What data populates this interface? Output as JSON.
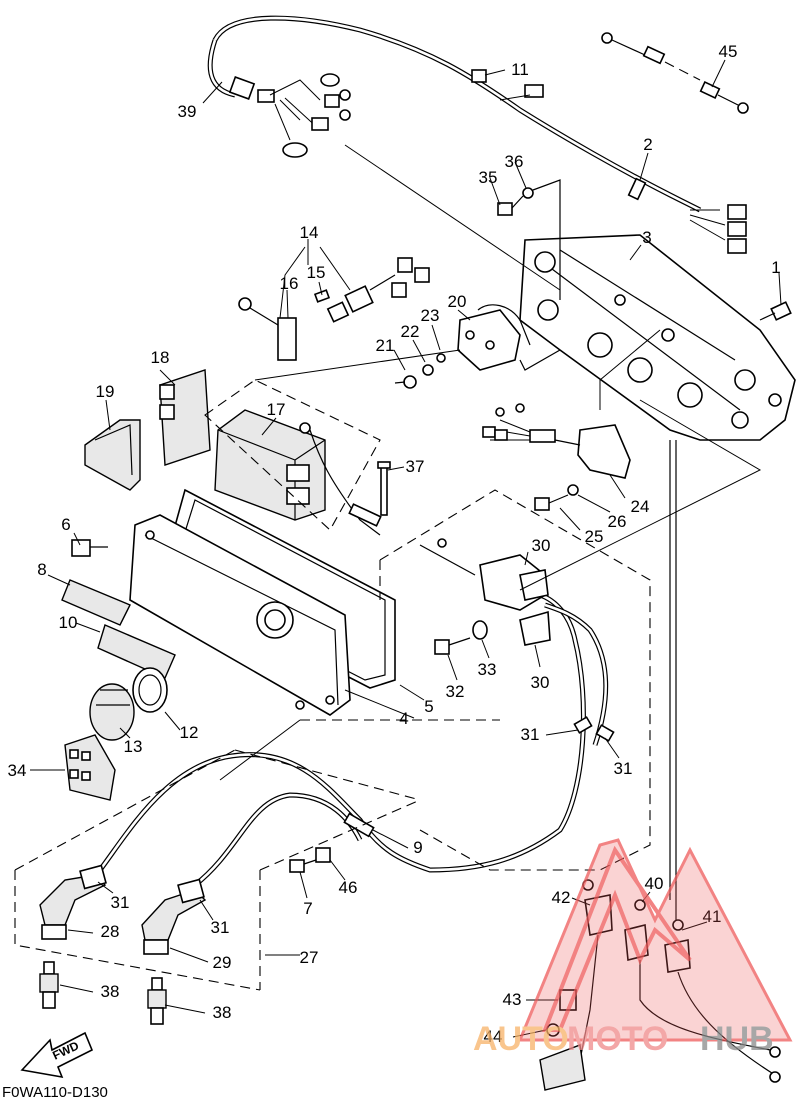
{
  "diagram": {
    "caption": "F0WA110-D130",
    "fwd_label": "FWD",
    "callouts": [
      {
        "id": "c1",
        "label": "1"
      },
      {
        "id": "c2",
        "label": "2"
      },
      {
        "id": "c3",
        "label": "3"
      },
      {
        "id": "c4",
        "label": "4"
      },
      {
        "id": "c5",
        "label": "5"
      },
      {
        "id": "c6",
        "label": "6"
      },
      {
        "id": "c7",
        "label": "7"
      },
      {
        "id": "c8",
        "label": "8"
      },
      {
        "id": "c9",
        "label": "9"
      },
      {
        "id": "c10",
        "label": "10"
      },
      {
        "id": "c11",
        "label": "11"
      },
      {
        "id": "c12",
        "label": "12"
      },
      {
        "id": "c13",
        "label": "13"
      },
      {
        "id": "c14",
        "label": "14"
      },
      {
        "id": "c15",
        "label": "15"
      },
      {
        "id": "c16",
        "label": "16"
      },
      {
        "id": "c17",
        "label": "17"
      },
      {
        "id": "c18",
        "label": "18"
      },
      {
        "id": "c19",
        "label": "19"
      },
      {
        "id": "c20",
        "label": "20"
      },
      {
        "id": "c21",
        "label": "21"
      },
      {
        "id": "c22",
        "label": "22"
      },
      {
        "id": "c23",
        "label": "23"
      },
      {
        "id": "c24",
        "label": "24"
      },
      {
        "id": "c25",
        "label": "25"
      },
      {
        "id": "c26",
        "label": "26"
      },
      {
        "id": "c27",
        "label": "27"
      },
      {
        "id": "c28",
        "label": "28"
      },
      {
        "id": "c29",
        "label": "29"
      },
      {
        "id": "c30a",
        "label": "30"
      },
      {
        "id": "c30b",
        "label": "30"
      },
      {
        "id": "c31a",
        "label": "31"
      },
      {
        "id": "c31b",
        "label": "31"
      },
      {
        "id": "c31c",
        "label": "31"
      },
      {
        "id": "c31d",
        "label": "31"
      },
      {
        "id": "c32",
        "label": "32"
      },
      {
        "id": "c33",
        "label": "33"
      },
      {
        "id": "c34",
        "label": "34"
      },
      {
        "id": "c35",
        "label": "35"
      },
      {
        "id": "c36",
        "label": "36"
      },
      {
        "id": "c37",
        "label": "37"
      },
      {
        "id": "c38a",
        "label": "38"
      },
      {
        "id": "c38b",
        "label": "38"
      },
      {
        "id": "c39",
        "label": "39"
      },
      {
        "id": "c40",
        "label": "40"
      },
      {
        "id": "c41",
        "label": "41"
      },
      {
        "id": "c42",
        "label": "42"
      },
      {
        "id": "c43",
        "label": "43"
      },
      {
        "id": "c44",
        "label": "44"
      },
      {
        "id": "c45",
        "label": "45"
      },
      {
        "id": "c46",
        "label": "46"
      }
    ]
  },
  "watermark": {
    "part1": "AUTO",
    "part2": "MOTO",
    "part3": "HUB",
    "colors": {
      "auto": "#f7b267",
      "moto": "#f08a8a",
      "hub": "#8a8a8a",
      "triangle": "#ee5a5a"
    }
  }
}
